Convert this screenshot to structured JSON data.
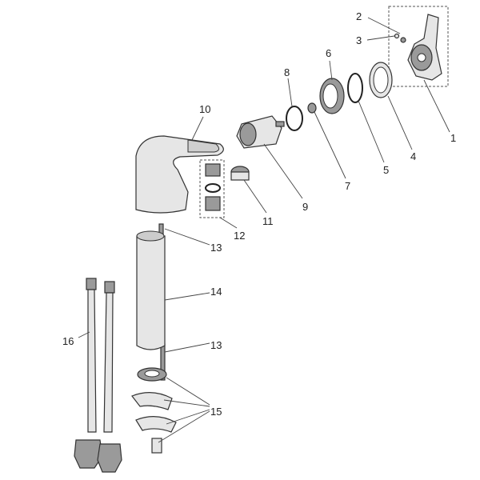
{
  "title": "Basin mixer exploded parts diagram",
  "labels": {
    "p1": "1",
    "p2": "2",
    "p3": "3",
    "p4": "4",
    "p5": "5",
    "p6": "6",
    "p7": "7",
    "p8": "8",
    "p9": "9",
    "p10": "10",
    "p11": "11",
    "p12": "12",
    "p13a": "13",
    "p14": "14",
    "p13b": "13",
    "p15": "15",
    "p16": "16"
  }
}
